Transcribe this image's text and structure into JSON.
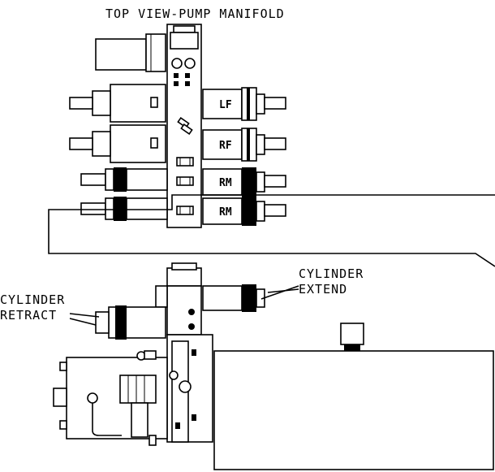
{
  "diagram": {
    "title": "TOP VIEW-PUMP MANIFOLD",
    "valves": {
      "lf": "LF",
      "rf": "RF",
      "rm_upper": "RM",
      "rm_lower": "RM"
    },
    "cylinder_extend": [
      "CYLINDER",
      "EXTEND"
    ],
    "cylinder_retract": [
      "CYLINDER",
      "RETRACT"
    ]
  }
}
